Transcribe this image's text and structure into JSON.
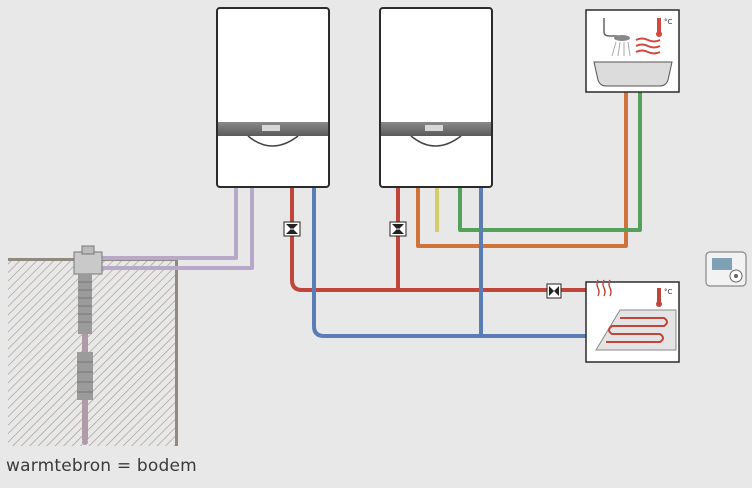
{
  "diagram": {
    "caption": "warmtebron = bodem",
    "components": [
      {
        "name": "boiler-left",
        "icon": "wall-boiler-icon"
      },
      {
        "name": "boiler-right",
        "icon": "wall-boiler-icon"
      },
      {
        "name": "shower-bath",
        "icon": "shower-bath-icon"
      },
      {
        "name": "floor-heating",
        "icon": "floor-heating-icon"
      },
      {
        "name": "room-thermostat",
        "icon": "thermostat-icon"
      },
      {
        "name": "ground-probe",
        "icon": "ground-probe-icon"
      }
    ],
    "pipe_colors": {
      "supply": "#c0453b",
      "return": "#5a7db5",
      "hot_water": "#d0733a",
      "cold_water": "#55a05a",
      "ground_loop": "#b9a9c9",
      "gas": "#d4cc6a"
    },
    "soil_color": "#a09a90"
  }
}
